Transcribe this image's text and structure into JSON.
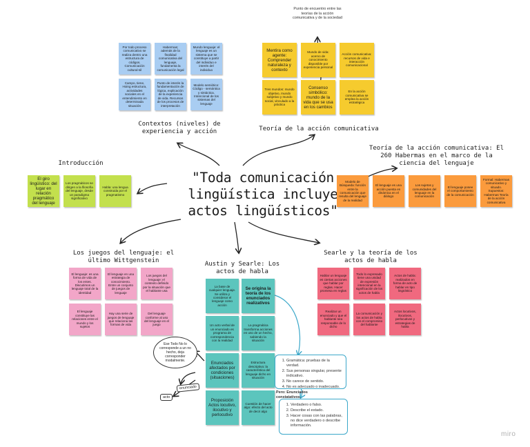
{
  "central_title": [
    "\"Toda comunicación",
    "lingüística incluye",
    "actos lingüísticos\""
  ],
  "sections": {
    "contextos": "Contextos (niveles) de experiencia y acción",
    "teoria_accion": "Teoría de la acción comunicativa",
    "habermas": "Teoría de la acción comunicativa: El 260 Habermas en el marco de la ciencia del lenguaje",
    "introduccion": "Introducción",
    "juegos": "Los juegos del lenguaje: el último Wittgenstein",
    "austin": "Austin y Searle: Los actos de habla",
    "searle": "Searle y la teoría de los actos de habla"
  },
  "notes": {
    "blue": [
      "Por todo proceso comunicativo se realiza dentro una estructura de códigos. Comunicación cultural-sil",
      "Habermas; además de la finalidad comunicativa del lenguaje, fundamenta la comunicación legal",
      "Mundo lenguaje: el lenguaje es un sistema que se constituye a partir del individuo e interés del individuo",
      "Campo, tiene, Hoing estructura, actividades sociales en el entendimiento en determinada situación",
      "Punto de interés la fundamentación de lógica, explicación de la experiencia de vida. Recursos de los procesos de interpretación",
      "Modelo semiótico: Código - semántica y sintáctica. Intencional de los sistemas del lenguaje"
    ],
    "yellow": [
      "Mentira como agente: Comprender naturaleza y contexto",
      "Mundo de vida: acervo de conocimiento disponible por experiencia personal",
      "Acción comunicativa: recursos de vida e interacción comunicacional",
      "Tres mundos: mundo objetivo, mundo subjetivo y mundo social, vinculado a la práctica",
      "Consenso simbólico: mundo de la vida que se usa en los cambios",
      "En la acción comunicativa se emplea la acción estratégica"
    ],
    "orange": [
      "Modelo de Búsqueda: función entre la comunicación que resulta del lenguaje de la realidad",
      "El lenguaje es una acción puesta en dinámica en el diálogo",
      "Los sujetos y comunidades del lenguaje en la comunicación",
      "El lenguaje posee el comportamiento de la comunicación",
      "Formal: Habermas comunicativo y situado. Supuestos: Habermas Teoría de la acción comunicativa"
    ],
    "green": [
      "El giro lingüístico: del lugar en relación pragmático del lenguaje",
      "Los pragmáticos se dirigen a la filosofía del lenguaje, desde un paradigma significativo",
      "Habla: una lengua construida por el pragmatismo"
    ],
    "pink": [
      "El lenguaje: es una forma de vida de los entes. Discutimos un lenguaje total de la identidad",
      "El lenguaje en una estrategia de conocimiento. Entre un conjunto de juegos de lenguaje",
      "Los juegos del lenguaje: el contexto definido por la situación que el hablante usa",
      "El lenguaje constituye las relaciones entre el mundo y los sujetos",
      "Hay una serie de juegos de lenguaje que relaciona las formas de vida",
      "Del lenguaje conforme al uso del lenguaje en el juego"
    ],
    "teal": [
      "La base de cualquier lenguaje. Se utiliza y considerar el lenguaje como acción",
      "Se origina la teoría de los enunciados realizativos",
      "Un acto verbal de un enunciado es programa de correspondencia con la realidad",
      "La pragmática transforma acciones en uso de un hecho, sabiendo la situación",
      "Enunciados afectados por condiciones (situaciones)",
      "Estructura descriptiva: la característica del lenguaje dicho en situación",
      "Proposición Actos locutivo, ilocutivo y perlocutivo",
      "Cuestión de hacer algo: efecto del acto de decir algo"
    ],
    "red": [
      "Hablar un lenguaje es ciertas acciones que hablar por reglas. Hacer promesa en reglas",
      "Todo lo expresado tiene una unidad de expresión intencional en la significación de los actos de habla",
      "Actos de habla: realizados en forma de acto de hablar en tipo lingüístico",
      "Realizar un enunciado y que el hablante sea responsable de lo dicho",
      "La comunicación y los actos de habla con el compromiso del hablante",
      "Actos locutivos, ilocutivos, perlocutivos y estrategias de habla"
    ]
  },
  "free_texts": {
    "punto_encuentro": "Punto de encuentro entre las teorías de la acción comunicativa y de la sociedad",
    "bubble_quote": "Ese Todo No lo corresponde a un no hecho, deja corresponder modalmente.",
    "tag_acto": "acto",
    "tag_enunciado": "enunciado"
  },
  "list_one": [
    "Gramática: pruebas de la verdad.",
    "Sus personas singular, presente indicativo.",
    "No carece de sentido.",
    "No es adecuado o inadecuado."
  ],
  "list_two_title": "Pero: Enunciados constatativos.",
  "list_two": [
    "Verdadero o falso.",
    "Describe el estado.",
    "Hacer cosas con las palabras, no dice verdadero o describe información."
  ],
  "watermark": "miro",
  "colors": {
    "blue": "#a9cdf2",
    "yellow": "#f6cb2e",
    "orange": "#fb9b3d",
    "green": "#c3e04d",
    "pink": "#f2a6c8",
    "red": "#f0697f",
    "teal": "#5cc5bd",
    "link": "#3aa7c9"
  }
}
